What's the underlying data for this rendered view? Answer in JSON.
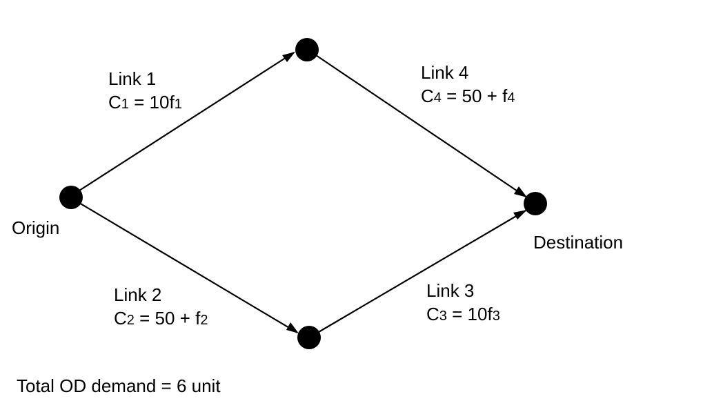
{
  "colors": {
    "ink": "#000000",
    "background": "#ffffff"
  },
  "nodes": {
    "origin_label": "Origin",
    "destination_label": "Destination"
  },
  "links": [
    {
      "name": "Link 1",
      "cost": {
        "var": "C",
        "sub": "1",
        "rhs_pre": " = 10f",
        "rhs_sub": "1",
        "rhs_post": ""
      }
    },
    {
      "name": "Link 2",
      "cost": {
        "var": "C",
        "sub": "2",
        "rhs_pre": " = 50 + f",
        "rhs_sub": "2",
        "rhs_post": ""
      }
    },
    {
      "name": "Link 3",
      "cost": {
        "var": "C",
        "sub": "3",
        "rhs_pre": " = 10f",
        "rhs_sub": "3",
        "rhs_post": ""
      }
    },
    {
      "name": "Link 4",
      "cost": {
        "var": "C",
        "sub": "4",
        "rhs_pre": " = 50 + f",
        "rhs_sub": "4",
        "rhs_post": ""
      }
    }
  ],
  "demand_note": "Total OD demand = 6 unit"
}
